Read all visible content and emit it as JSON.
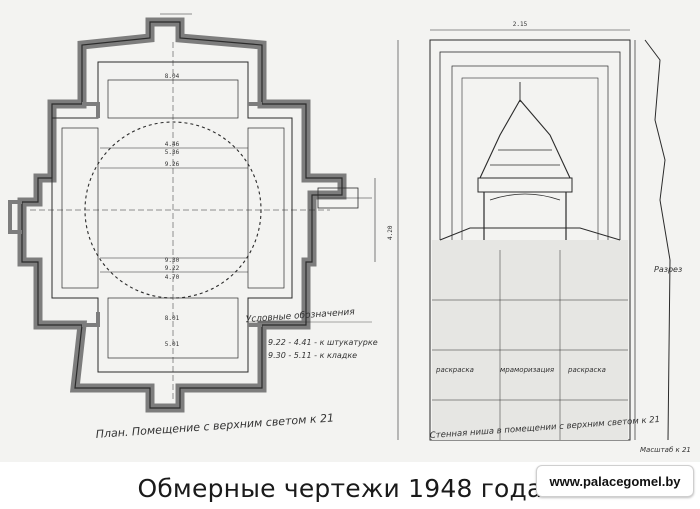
{
  "caption": "Обмерные чертежи 1948 года",
  "watermark": "www.palacegomel.by",
  "plan_notes": {
    "title": "План. Помещение с верхним светом к 21",
    "legend_title": "Условные обозначения",
    "legend_row_1": "9.22 - 4.41 - к штукатурке",
    "legend_row_2": "9.30 - 5.11 - к кладке",
    "center_dims": [
      "4.46",
      "5.36",
      "9.26",
      "9.30",
      "9.22",
      "4.70",
      "8.04",
      "8.01",
      "5.01"
    ]
  },
  "elevation_notes": {
    "title": "Стенная ниша в помещении с верхним светом к 21",
    "section_label": "Разрез",
    "side_labels": [
      "раскраска",
      "мраморизация",
      "раскраска"
    ],
    "top_dim": "2.15",
    "height_dim": "4.20",
    "scale": "Масштаб к 21"
  },
  "colors": {
    "paper": "#f3f3f1",
    "ink": "#2b2b2b",
    "wall_fill": "#7d7d7d"
  }
}
